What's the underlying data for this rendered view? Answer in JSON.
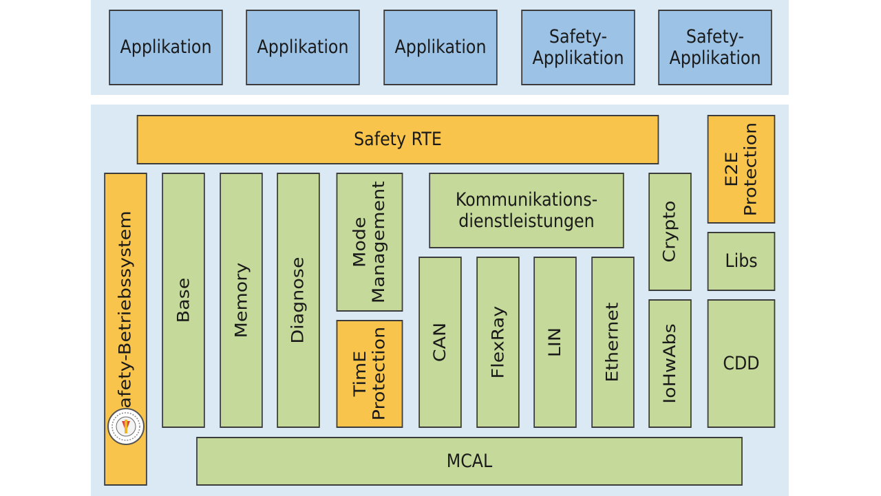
{
  "applications": [
    {
      "label": "Applikation"
    },
    {
      "label": "Applikation"
    },
    {
      "label": "Applikation"
    },
    {
      "label": "Safety-\nApplikation"
    },
    {
      "label": "Safety-\nApplikation"
    }
  ],
  "stack": {
    "safety_rte": "Safety RTE",
    "e2e_protection": "E2E\nProtection",
    "safety_os": "Safety-Betriebssystem",
    "base": "Base",
    "memory": "Memory",
    "diagnose": "Diagnose",
    "mode_management": "Mode\nManagement",
    "time_protection": "TimE\nProtection",
    "kommunikation": "Kommunikations-\ndienstleistungen",
    "can": "CAN",
    "flexray": "FlexRay",
    "lin": "LIN",
    "ethernet": "Ethernet",
    "crypto": "Crypto",
    "iohwabs": "IoHwAbs",
    "libs": "Libs",
    "cdd": "CDD",
    "mcal": "MCAL"
  },
  "colors": {
    "application": "#9cc3e6",
    "basic_software": "#c5d99a",
    "safety": "#f9c44b",
    "panel": "#dbe9f4"
  },
  "icons": {
    "certification_seal": "certification-seal-icon"
  }
}
